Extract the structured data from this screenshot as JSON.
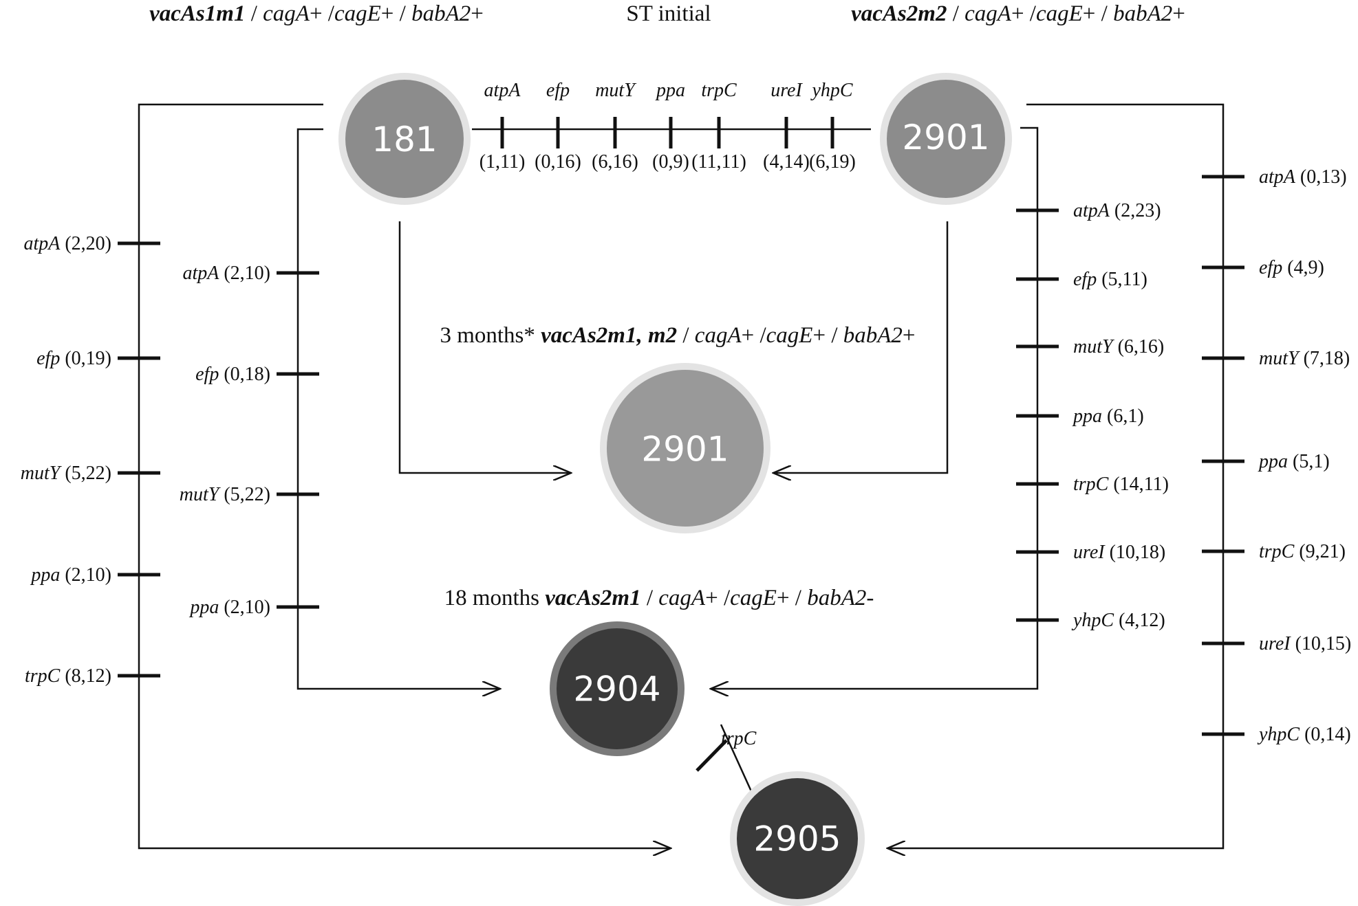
{
  "titles": {
    "top_left": [
      {
        "t": "vacAs1m1",
        "s": "bi"
      },
      {
        "t": " / ",
        "s": ""
      },
      {
        "t": "cagA",
        "s": "i"
      },
      {
        "t": "+ /",
        "s": ""
      },
      {
        "t": "cagE",
        "s": "i"
      },
      {
        "t": "+ / ",
        "s": ""
      },
      {
        "t": "babA2",
        "s": "i"
      },
      {
        "t": "+",
        "s": ""
      }
    ],
    "top_center": [
      {
        "t": "ST initial",
        "s": ""
      }
    ],
    "top_right": [
      {
        "t": "vacAs2m2",
        "s": "bi"
      },
      {
        "t": " / ",
        "s": ""
      },
      {
        "t": "cagA",
        "s": "i"
      },
      {
        "t": "+ /",
        "s": ""
      },
      {
        "t": "cagE",
        "s": "i"
      },
      {
        "t": "+ / ",
        "s": ""
      },
      {
        "t": "babA2",
        "s": "i"
      },
      {
        "t": "+",
        "s": ""
      }
    ],
    "middle": [
      {
        "t": "3 months*  ",
        "s": ""
      },
      {
        "t": "vacAs2m1, m2",
        "s": "bi"
      },
      {
        "t": " / ",
        "s": ""
      },
      {
        "t": "cagA",
        "s": "i"
      },
      {
        "t": "+ /",
        "s": ""
      },
      {
        "t": "cagE",
        "s": "i"
      },
      {
        "t": "+ / ",
        "s": ""
      },
      {
        "t": "babA2",
        "s": "i"
      },
      {
        "t": "+",
        "s": ""
      }
    ],
    "lower": [
      {
        "t": "18 months  ",
        "s": ""
      },
      {
        "t": "vacAs2m1",
        "s": "bi"
      },
      {
        "t": " / ",
        "s": ""
      },
      {
        "t": "cagA",
        "s": "i"
      },
      {
        "t": "+ /",
        "s": ""
      },
      {
        "t": "cagE",
        "s": "i"
      },
      {
        "t": "+ / ",
        "s": ""
      },
      {
        "t": "babA2",
        "s": "i"
      },
      {
        "t": "-",
        "s": ""
      }
    ]
  },
  "nodes": [
    {
      "id": "st181",
      "label": "181",
      "fill": "#8c8c8c",
      "ring": "#e3e3e3"
    },
    {
      "id": "st2901_top",
      "label": "2901",
      "fill": "#8c8c8c",
      "ring": "#e3e3e3"
    },
    {
      "id": "st2901_mid",
      "label": "2901",
      "fill": "#999999",
      "ring": "#e3e3e3"
    },
    {
      "id": "st2904",
      "label": "2904",
      "fill": "#3a3a3a",
      "ring": "#7a7a7a"
    },
    {
      "id": "st2905",
      "label": "2905",
      "fill": "#3a3a3a",
      "ring": "#e3e3e3"
    }
  ],
  "top_link_loci": [
    {
      "gene": "atpA",
      "val": "(1,11)"
    },
    {
      "gene": "efp",
      "val": "(0,16)"
    },
    {
      "gene": "mutY",
      "val": "(6,16)"
    },
    {
      "gene": "ppa",
      "val": "(0,9)"
    },
    {
      "gene": "trpC",
      "val": "(11,11)"
    },
    {
      "gene": "ureI",
      "val": "(4,14)"
    },
    {
      "gene": "yhpC",
      "val": "(6,19)"
    }
  ],
  "left_outer_loci": [
    {
      "gene": "atpA",
      "val": "(2,20)"
    },
    {
      "gene": "efp",
      "val": "(0,19)"
    },
    {
      "gene": "mutY",
      "val": "(5,22)"
    },
    {
      "gene": "ppa",
      "val": "(2,10)"
    },
    {
      "gene": "trpC",
      "val": "(8,12)"
    }
  ],
  "left_inner_loci": [
    {
      "gene": "atpA",
      "val": "(2,10)"
    },
    {
      "gene": "efp",
      "val": "(0,18)"
    },
    {
      "gene": "mutY",
      "val": "(5,22)"
    },
    {
      "gene": "ppa",
      "val": "(2,10)"
    }
  ],
  "right_inner_loci": [
    {
      "gene": "atpA",
      "val": "(2,23)"
    },
    {
      "gene": "efp",
      "val": "(5,11)"
    },
    {
      "gene": "mutY",
      "val": "(6,16)"
    },
    {
      "gene": "ppa",
      "val": "(6,1)"
    },
    {
      "gene": "trpC",
      "val": "(14,11)"
    },
    {
      "gene": "ureI",
      "val": "(10,18)"
    },
    {
      "gene": "yhpC",
      "val": "(4,12)"
    }
  ],
  "right_outer_loci": [
    {
      "gene": "atpA",
      "val": "(0,13)"
    },
    {
      "gene": "efp",
      "val": "(4,9)"
    },
    {
      "gene": "mutY",
      "val": "(7,18)"
    },
    {
      "gene": "ppa",
      "val": "(5,1)"
    },
    {
      "gene": "trpC",
      "val": "(9,21)"
    },
    {
      "gene": "ureI",
      "val": "(10,15)"
    },
    {
      "gene": "yhpC",
      "val": "(0,14)"
    }
  ],
  "link_2904_2905": {
    "gene": "trpC"
  }
}
